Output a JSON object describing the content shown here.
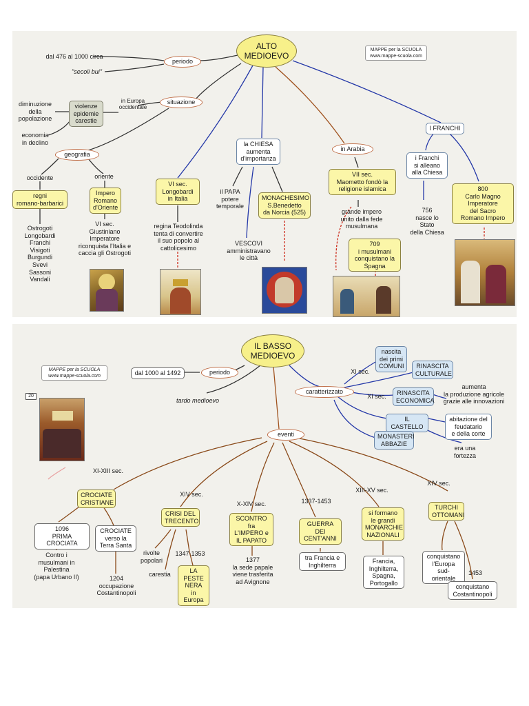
{
  "alto": {
    "root": "ALTO\nMEDIOEVO",
    "credit_title": "MAPPE per la SCUOLA",
    "credit_site": "www.mappe-scuola.com",
    "period_label": "periodo",
    "period_text": "dal 476 al 1000 circa",
    "period_alias": "\"secoli bui\"",
    "situation_label": "situazione",
    "europe_label": "in Europa\noccidentale",
    "crisis_box": "violenze\nepidemie\ncarestie",
    "decline_pop": "diminuzione\ndella\npopolazione",
    "decline_econ": "economia\nin declino",
    "geo_label": "geografia",
    "west_label": "occidente",
    "east_label": "oriente",
    "kingdoms_box": "regni\nromano-barbarici",
    "peoples": "Ostrogoti\nLongobardi\nFranchi\nVisigoti\nBurgundi\nSvevi\nSassoni\nVandali",
    "eastern_empire_box": "Impero\nRomano\nd'Oriente",
    "justinian_text": "VI sec.\nGiustiniano\nImperatore\nriconquista l'Italia e\ncaccia gli Ostrogoti",
    "lombards_box": "VI sec.\nLongobardi\nin Italia",
    "theodelinda_text": "regina Teodolinda\ntenta di convertire\nil suo popolo al\ncattolicesimo",
    "church_box": "la CHIESA\naumenta\nd'importanza",
    "pope_text": "il PAPA\npotere\ntemporale",
    "bishops_text": "VESCOVI\namministravano\nle città",
    "monasticism_box": "MONACHESIMO\nS.Benedetto\nda Norcia (525)",
    "arabia_label": "in Arabia",
    "muhammad_box": "VII sec.\nMaometto fondò la\nreligione islamica",
    "empire_text": "grande impero\nunito dalla fede\nmusulmana",
    "spain_box": "709\ni musulmani\nconquistano la\nSpagna",
    "franks_label": "I FRANCHI",
    "franks_box": "i Franchi\nsi alleano\nalla Chiesa",
    "papal_state_text": "756\nnasce lo\nStato\ndella Chiesa",
    "charlemagne_box": "800\nCarlo Magno\nImperatore\ndel Sacro\nRomano Impero"
  },
  "basso": {
    "root": "IL BASSO\nMEDIOEVO",
    "credit_title": "MAPPE per la SCUOLA",
    "credit_site": "www.mappe-scuola.com",
    "page_tag": "20",
    "period_text": "dal 1000 al 1492",
    "period_label": "periodo",
    "period_alias": "tardo medioevo",
    "char_label": "caratterizzato",
    "xi_sec_a": "XI sec.",
    "comuni_box": "nascita\ndei primi\nCOMUNI",
    "culture_box": "RINASCITA\nCULTURALE",
    "xi_sec_b": "XI sec.",
    "economy_box": "RINASCITA\nECONOMICA",
    "agri_text": "aumenta\nla produzione agricole\ngrazie alle innovazioni",
    "castle_box": "IL CASTELLO",
    "castle_home_box": "abitazione del\nfeudatario\ne della corte",
    "fortress_text": "era una\nfortezza",
    "monasteries_box": "MONASTERI\nABBAZIE",
    "events_label": "eventi",
    "crusades_time": "XI-XIII sec.",
    "crusades_box": "CROCIATE\nCRISTIANE",
    "first_crusade_box": "1096\nPRIMA CROCIATA",
    "first_crusade_text": "Contro i\nmusulmani in\nPalestina\n(papa Urbano II)",
    "holy_land_box": "CROCIATE\nverso la\nTerra Santa",
    "constantinople_1204": "1204\noccupazione\nCostantinopoli",
    "crisis_time": "XIV sec.",
    "crisis_box": "CRISI DEL\nTRECENTO",
    "revolts_text": "rivolte\npopolari",
    "famine_text": "carestia",
    "plague_time": "1347-1353",
    "plague_box": "LA PESTE\nNERA\nin Europa",
    "clash_time": "X-XIV sec.",
    "clash_box": "SCONTRO fra\nL'IMPERO e\nIL PAPATO",
    "avignon_text": "1377\nla sede papale\nviene trasferita\nad Avignone",
    "war_time": "1337-1453",
    "war_box": "GUERRA DEI\nCENT'ANNI",
    "war_text_box": "tra Francia e\nInghilterra",
    "monarchies_time": "XIII-XV sec.",
    "monarchies_box": "si formano\nle grandi\nMONARCHIE\nNAZIONALI",
    "monarchies_list_box": "Francia,\nInghilterra,\nSpagna,\nPortogallo",
    "turks_time": "XIV sec.",
    "turks_box": "TURCHI\nOTTOMANI",
    "turks_europe_box": "conquistano\nl'Europa\nsud-orientale",
    "turks_year": "1453",
    "turks_const_box": "conquistano\nCostantinopoli"
  },
  "colors": {
    "yellow_box": "#fbf6a8",
    "blue_box": "#d6e6f4",
    "gray_box": "#d9dbcc",
    "link_dark": "#2a2a2a",
    "link_blue": "#2438a8",
    "link_brown": "#a0521e",
    "link_red_dash": "#cc2a1a"
  }
}
